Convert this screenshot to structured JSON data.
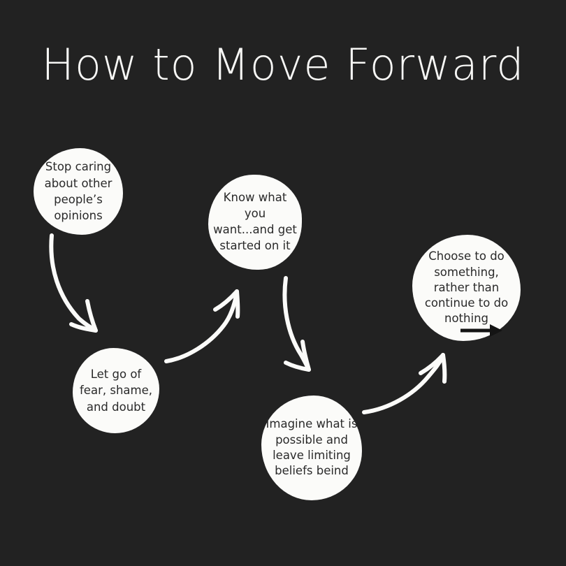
{
  "page": {
    "background_color": "#222222",
    "title": "How to Move Forward",
    "title_color": "#f7f7f5"
  },
  "diagram": {
    "bubble_fill_color": "#fbfbf9",
    "bubble_text_color": "#2a2a2a",
    "arrow_color": "#fbfbf9",
    "inline_arrow_color": "#141414",
    "nodes": [
      {
        "id": "stop-caring",
        "label": "Stop caring about other people’s opinions"
      },
      {
        "id": "know-what",
        "label": "Know what you want...and get started on it"
      },
      {
        "id": "choose-to-do",
        "label": "Choose to do something, rather than continue to do nothing"
      },
      {
        "id": "let-go",
        "label": "Let go of fear, shame, and doubt"
      },
      {
        "id": "imagine-what",
        "label": "Imagine what is possible and leave limiting beliefs beind"
      }
    ],
    "connectors": [
      {
        "id": "stop-caring-to-let-go",
        "from": "stop-caring",
        "to": "let-go",
        "style": "curved-hand-drawn",
        "direction": "down-right"
      },
      {
        "id": "let-go-to-know-what",
        "from": "let-go",
        "to": "know-what",
        "style": "curved-hand-drawn",
        "direction": "up-right"
      },
      {
        "id": "know-what-to-imagine-what",
        "from": "know-what",
        "to": "imagine-what",
        "style": "curved-hand-drawn",
        "direction": "down-right"
      },
      {
        "id": "imagine-what-to-choose-to-do",
        "from": "imagine-what",
        "to": "choose-to-do",
        "style": "curved-hand-drawn",
        "direction": "up-right"
      },
      {
        "id": "choose-to-do-outward",
        "from": "choose-to-do",
        "to": "",
        "style": "straight-solid",
        "direction": "right"
      }
    ]
  }
}
